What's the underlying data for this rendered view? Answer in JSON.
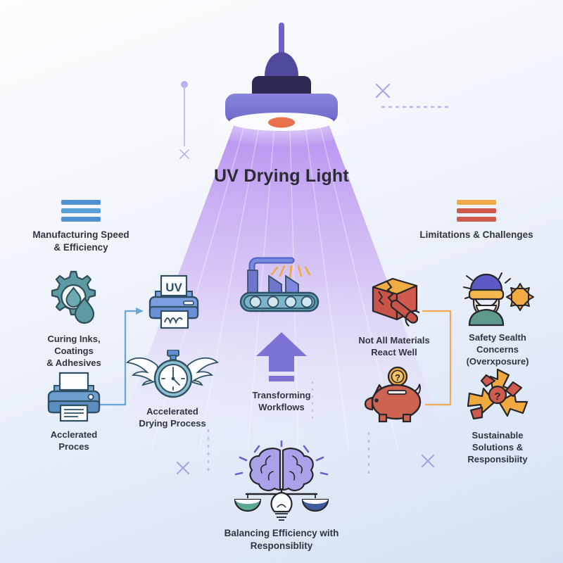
{
  "title": "UV Drying Light",
  "colors": {
    "beam_top": "#b58ff0",
    "beam_bottom": "#f0eaff",
    "lamp_shade": "#7b78d6",
    "lamp_cap": "#2b2a52",
    "lamp_rod": "#6e63c8",
    "bulb": "#e8714a",
    "accent_blue": "#5a9bd5",
    "accent_teal": "#5d9aa4",
    "accent_red": "#c8514a",
    "accent_orange": "#efa444",
    "accent_purple": "#7b6fd0",
    "text": "#2f3640"
  },
  "sections": {
    "left": {
      "label": "Manufacturing Speed\n& Efficiency",
      "label_line1": "Manufacturing Speed",
      "label_line2": "& Efficiency",
      "bar_colors": [
        "#4e93cf",
        "#5ba0d6",
        "#4e93cf"
      ],
      "icon": "bars-icon"
    },
    "right": {
      "label_line1": "Limitations & Challenges",
      "label_line2": "",
      "bar_colors": [
        "#efa948",
        "#cf5b4e",
        "#cf5b4e"
      ],
      "icon": "bars-icon"
    }
  },
  "nodes": {
    "curing": {
      "icon": "gear-droplet-icon",
      "caption_lines": [
        "Curing Inks,",
        "Coatings",
        "& Adhesives"
      ]
    },
    "printer": {
      "icon": "printer-icon",
      "caption_lines": [
        "Acclerated",
        "Proces"
      ]
    },
    "uv_printer": {
      "icon": "uv-printer-icon",
      "page_label": "UV",
      "caption_lines": []
    },
    "stopwatch": {
      "icon": "winged-stopwatch-icon",
      "caption_lines": [
        "Accelerated",
        "Drying Process"
      ]
    },
    "factory": {
      "icon": "factory-conveyor-icon",
      "caption_lines": []
    },
    "arrow_up": {
      "icon": "arrow-up-icon",
      "caption_lines": [
        "Transforming",
        "Workflows"
      ]
    },
    "materials": {
      "icon": "cracked-box-wrench-icon",
      "caption_lines": [
        "Not All Materials",
        "React Well"
      ]
    },
    "piggy": {
      "icon": "piggy-bank-question-icon",
      "caption_lines": []
    },
    "safety": {
      "icon": "worker-goggles-sun-icon",
      "caption_lines": [
        "Safety Sealth",
        "Concerns",
        "(Overxposure)"
      ]
    },
    "recycle": {
      "icon": "recycle-question-icon",
      "caption_lines": [
        "Sustainable",
        "Solutions &",
        "Responsibiity"
      ]
    },
    "brain_balance": {
      "icon": "brain-scales-bulb-icon",
      "caption_lines": [
        "Balancing Efficiency with Responsiblity"
      ]
    }
  },
  "decorations": {
    "x_marks": [
      "x-mark-icon",
      "x-mark-icon",
      "x-mark-icon",
      "x-mark-icon"
    ],
    "dashed_lines": [
      "dashed-line-icon",
      "dashed-line-icon",
      "dashed-line-icon"
    ],
    "pin": "pin-line-icon"
  }
}
